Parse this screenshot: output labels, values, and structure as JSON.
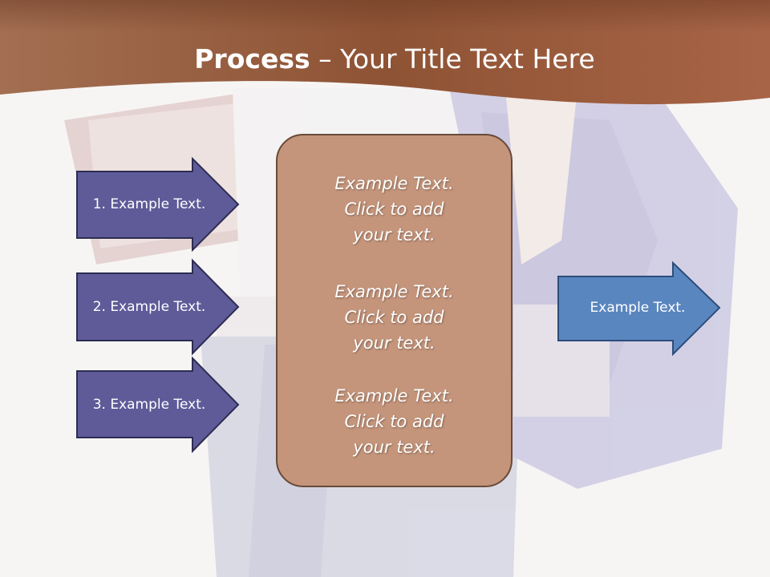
{
  "slide": {
    "title_bold": "Process",
    "title_rest": " – Your Title Text Here",
    "left_arrows": [
      {
        "label": "1. Example Text."
      },
      {
        "label": "2. Example Text."
      },
      {
        "label": "3. Example Text."
      }
    ],
    "center_blocks": [
      {
        "line1": "Example Text.",
        "line2": "Click  to add",
        "line3": "your text."
      },
      {
        "line1": "Example Text.",
        "line2": "Click  to add",
        "line3": "your text."
      },
      {
        "line1": "Example Text.",
        "line2": "Click  to add",
        "line3": "your text."
      }
    ],
    "right_arrow": {
      "label": "Example Text."
    }
  },
  "colors": {
    "header": "#9c5e41",
    "left_arrow_fill": "#5f5b99",
    "right_arrow_fill": "#5a86bf",
    "center_box_fill": "#c4957b",
    "center_box_border": "#684a38"
  },
  "icons": [
    "right-arrow-shape"
  ]
}
